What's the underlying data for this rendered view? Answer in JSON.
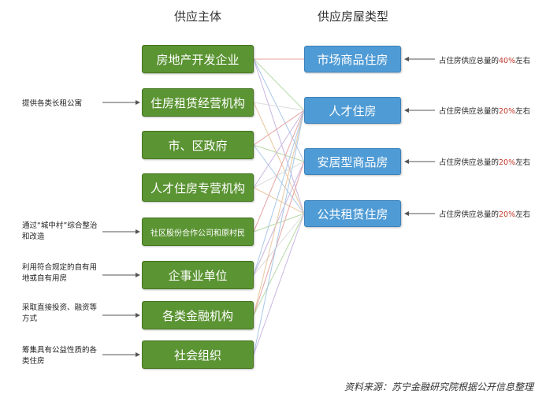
{
  "headers": {
    "suppliers": "供应主体",
    "types": "供应房屋类型"
  },
  "suppliers": [
    "房地产开发企业",
    "住房租赁经营机构",
    "市、区政府",
    "人才住房专营机构",
    "社区股份合作公司和原村民",
    "企事业单位",
    "各类金融机构",
    "社会组织"
  ],
  "housing_types": [
    "市场商品住房",
    "人才住房",
    "安居型商品房",
    "公共租赁住房"
  ],
  "left_notes": [
    {
      "supplier": 1,
      "text": "提供各类长租公寓"
    },
    {
      "supplier": 4,
      "text": "通过“城中村”综合整治和改造"
    },
    {
      "supplier": 5,
      "text": "利用符合规定的自有用地或自有用房"
    },
    {
      "supplier": 6,
      "text": "采取直接投资、融资等方式"
    },
    {
      "supplier": 7,
      "text": "筹集具有公益性质的各类住房"
    }
  ],
  "right_notes": [
    {
      "prefix": "占住房供应总量的",
      "pct": "40%",
      "suffix": "左右"
    },
    {
      "prefix": "占住房供应总量的",
      "pct": "20%",
      "suffix": "左右"
    },
    {
      "prefix": "占住房供应总量的",
      "pct": "20%",
      "suffix": "左右"
    },
    {
      "prefix": "占住房供应总量的",
      "pct": "20%",
      "suffix": "左右"
    }
  ],
  "connections": [
    [
      0,
      0
    ],
    [
      0,
      1
    ],
    [
      0,
      2
    ],
    [
      0,
      3
    ],
    [
      1,
      1
    ],
    [
      1,
      3
    ],
    [
      2,
      1
    ],
    [
      2,
      2
    ],
    [
      2,
      3
    ],
    [
      3,
      1
    ],
    [
      3,
      2
    ],
    [
      3,
      3
    ],
    [
      4,
      1
    ],
    [
      4,
      3
    ],
    [
      5,
      1
    ],
    [
      5,
      2
    ],
    [
      5,
      3
    ],
    [
      6,
      1
    ],
    [
      6,
      2
    ],
    [
      6,
      3
    ],
    [
      7,
      1
    ],
    [
      7,
      3
    ]
  ],
  "colors": {
    "supplier_box": "#5b9433",
    "type_box": "#4f9bd5",
    "link_lines": [
      "#e6a3a3",
      "#b8d9a9",
      "#a9c8e6",
      "#c9b6e0",
      "#dcdcdc",
      "#e8c7a0"
    ],
    "percent_text": "#c0392b"
  },
  "source": "资料来源：苏宁金融研究院根据公开信息整理"
}
